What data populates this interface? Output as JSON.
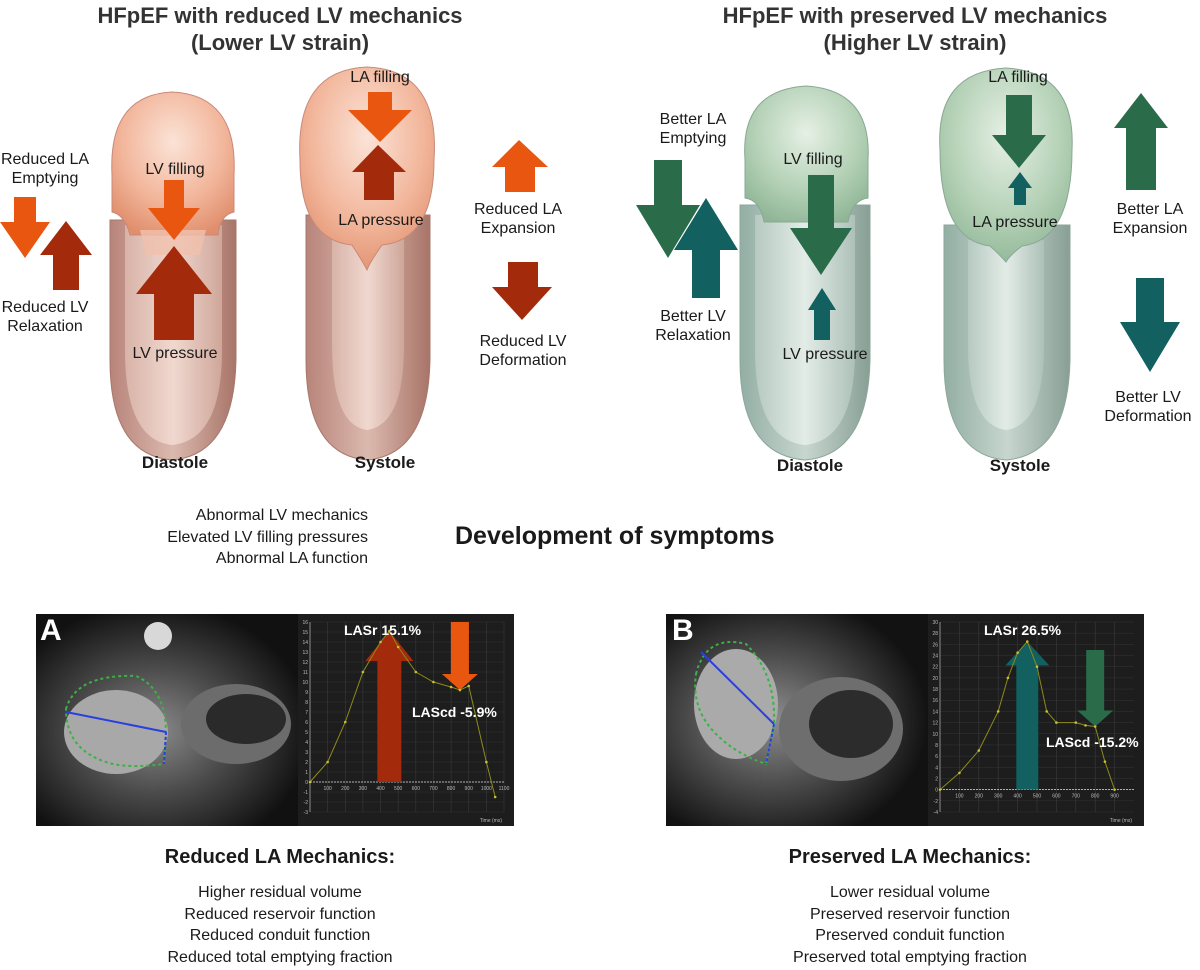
{
  "top_left": {
    "title_line1": "HFpEF with reduced LV mechanics",
    "title_line2": "(Lower LV strain)",
    "la_emptying": [
      "Reduced LA",
      "Emptying"
    ],
    "lv_relaxation": [
      "Reduced LV",
      "Relaxation"
    ],
    "lv_filling": "LV filling",
    "lv_pressure": "LV pressure",
    "la_filling": "LA filling",
    "la_pressure": "LA pressure",
    "la_expansion": [
      "Reduced LA",
      "Expansion"
    ],
    "lv_deformation": [
      "Reduced LV",
      "Deformation"
    ],
    "diastole": "Diastole",
    "systole": "Systole"
  },
  "top_right": {
    "title_line1": "HFpEF with preserved LV mechanics",
    "title_line2": "(Higher LV strain)",
    "la_emptying": [
      "Better LA",
      "Emptying"
    ],
    "lv_relaxation": [
      "Better LV",
      "Relaxation"
    ],
    "lv_filling": "LV filling",
    "lv_pressure": "LV pressure",
    "la_filling": "LA filling",
    "la_pressure": "LA pressure",
    "la_expansion": [
      "Better LA",
      "Expansion"
    ],
    "lv_deformation": [
      "Better LV",
      "Deformation"
    ],
    "diastole": "Diastole",
    "systole": "Systole"
  },
  "middle": {
    "causes": [
      "Abnormal LV mechanics",
      "Elevated LV filling pressures",
      "Abnormal LA function"
    ],
    "result": "Development of symptoms"
  },
  "panel_a": {
    "letter": "A",
    "reservoir_label": "LASr 15.1%",
    "conduit_label": "LAScd -5.9%",
    "time_axis": "Time (ms)",
    "mech_title": "Reduced LA Mechanics:",
    "mech_items": [
      "Higher residual volume",
      "Reduced reservoir function",
      "Reduced conduit function",
      "Reduced total emptying fraction"
    ]
  },
  "panel_b": {
    "letter": "B",
    "reservoir_label": "LASr 26.5%",
    "conduit_label": "LAScd -15.2%",
    "time_axis": "Time (ms)",
    "mech_title": "Preserved LA Mechanics:",
    "mech_items": [
      "Lower residual volume",
      "Preserved reservoir function",
      "Preserved conduit function",
      "Preserved total emptying fraction"
    ]
  },
  "colors": {
    "orange": "#e8560f",
    "dark_red": "#a42a0c",
    "dark_green": "#2a6b4a",
    "teal": "#12605f",
    "heart_red_inner": "#e9a58a",
    "heart_green_inner": "#9fc3a7"
  },
  "chart_data": [
    {
      "type": "line",
      "panel": "A",
      "x": [
        0,
        100,
        200,
        300,
        400,
        450,
        500,
        600,
        700,
        800,
        850,
        900,
        1000,
        1050
      ],
      "y": [
        0,
        2,
        6,
        11,
        14,
        15.1,
        13.5,
        11,
        10,
        9.5,
        9.2,
        9.6,
        2,
        -1.5
      ],
      "xlabel": "Time (ms)",
      "xlim": [
        0,
        1100
      ],
      "ylim": [
        -3,
        16
      ],
      "x_ticks": [
        100,
        200,
        300,
        400,
        500,
        600,
        700,
        800,
        900,
        1000,
        1100
      ],
      "y_ticks": [
        16,
        15,
        14,
        13,
        12,
        11,
        10,
        9,
        8,
        7,
        6,
        5,
        4,
        3,
        2,
        1,
        0,
        -1,
        -2,
        -3
      ]
    },
    {
      "type": "line",
      "panel": "B",
      "x": [
        0,
        100,
        200,
        300,
        350,
        400,
        450,
        500,
        550,
        600,
        700,
        750,
        800,
        850,
        900
      ],
      "y": [
        0,
        3,
        7,
        14,
        20,
        24.5,
        26.5,
        22,
        14,
        12,
        12,
        11.5,
        11.3,
        5,
        0
      ],
      "xlabel": "Time (ms)",
      "xlim": [
        0,
        1000
      ],
      "ylim": [
        -4,
        30
      ],
      "x_ticks": [
        100,
        200,
        300,
        400,
        500,
        600,
        700,
        800,
        900
      ],
      "y_ticks": [
        30,
        28,
        26,
        24,
        22,
        20,
        18,
        16,
        14,
        12,
        10,
        8,
        6,
        4,
        2,
        0,
        -2,
        -4
      ]
    }
  ]
}
